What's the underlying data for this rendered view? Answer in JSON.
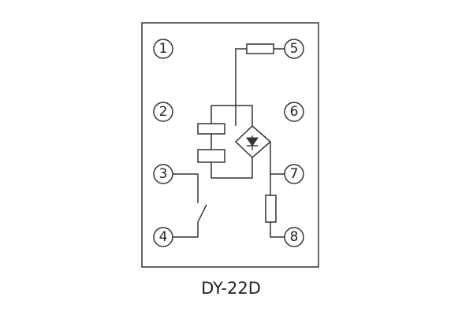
{
  "model_label": "DY-22D",
  "terminals": [
    "1",
    "2",
    "3",
    "4",
    "5",
    "6",
    "7",
    "8"
  ],
  "colors": {
    "stroke": "#333333",
    "text": "#222222",
    "background": "#ffffff"
  },
  "icons": [
    "rectifier-bridge-icon",
    "diode-icon",
    "resistor-icon",
    "relay-coil-icon",
    "contact-switch-icon"
  ]
}
